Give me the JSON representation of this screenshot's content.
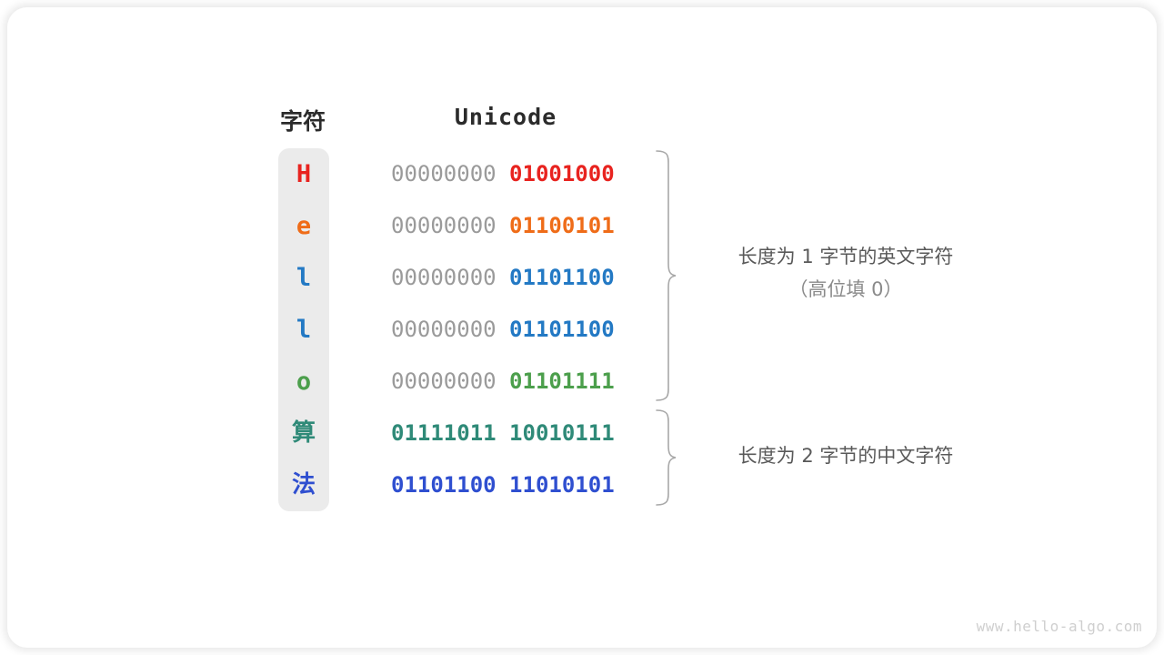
{
  "headers": {
    "char": "字符",
    "unicode": "Unicode"
  },
  "rows": [
    {
      "char": "H",
      "color": "#e8231f",
      "high_byte": "00000000",
      "low_byte": "01001000",
      "cjk": false
    },
    {
      "char": "e",
      "color": "#ef6c18",
      "high_byte": "00000000",
      "low_byte": "01100101",
      "cjk": false
    },
    {
      "char": "l",
      "color": "#2379c4",
      "high_byte": "00000000",
      "low_byte": "01101100",
      "cjk": false
    },
    {
      "char": "l",
      "color": "#2379c4",
      "high_byte": "00000000",
      "low_byte": "01101100",
      "cjk": false
    },
    {
      "char": "o",
      "color": "#4c9f4c",
      "high_byte": "00000000",
      "low_byte": "01101111",
      "cjk": false
    },
    {
      "char": "算",
      "color": "#2f8a78",
      "high_byte": "01111011",
      "low_byte": "10010111",
      "cjk": true
    },
    {
      "char": "法",
      "color": "#2f4fd0",
      "high_byte": "01101100",
      "low_byte": "11010101",
      "cjk": true
    }
  ],
  "annotations": {
    "one": {
      "main": "长度为 1 字节的英文字符",
      "sub": "（高位填 0）"
    },
    "two": {
      "main": "长度为 2 字节的中文字符",
      "sub": ""
    }
  },
  "watermark": "www.hello-algo.com",
  "colors": {
    "background": "#ffffff",
    "chip": "#ebebeb",
    "high_byte_gray": "#9a9a9a",
    "annotation": "#595959",
    "annotation_sub": "#8a8a8a",
    "brace": "#a8a8a8",
    "header": "#2b2b2b",
    "watermark": "#cfcfcf"
  }
}
